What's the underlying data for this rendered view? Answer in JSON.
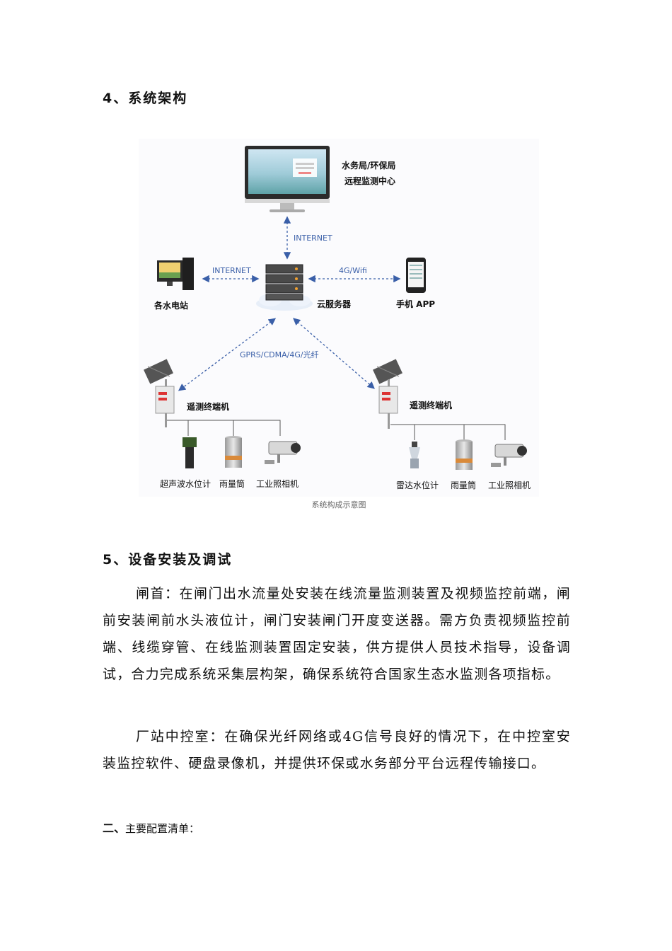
{
  "section4": {
    "title": "4、系统架构"
  },
  "diagram": {
    "center_label_line1": "水务局/环保局",
    "center_label_line2": "远程监测中心",
    "link_top": "INTERNET",
    "link_left": "INTERNET",
    "link_right": "4G/Wifi",
    "link_bottom": "GPRS/CDMA/4G/光纤",
    "station_label": "各水电站",
    "server_label": "云服务器",
    "phone_label": "手机 APP",
    "rtu_left_label": "遥测终端机",
    "rtu_right_label": "遥测终端机",
    "sensor_left_1": "超声波水位计",
    "sensor_left_2": "雨量筒",
    "sensor_left_3": "工业照相机",
    "sensor_right_1": "雷达水位计",
    "sensor_right_2": "雨量筒",
    "sensor_right_3": "工业照相机",
    "caption": "系统构成示意图"
  },
  "section5": {
    "title": "5、设备安装及调试",
    "para1": "闸首：在闸门出水流量处安装在线流量监测装置及视频监控前端，闸前安装闸前水头液位计，闸门安装闸门开度变送器。需方负责视频监控前端、线缆穿管、在线监测装置固定安装，供方提供人员技术指导，设备调试，合力完成系统采集层构架，确保系统符合国家生态水监测各项指标。",
    "para2": "厂站中控室：在确保光纤网络或4G信号良好的情况下，在中控室安装监控软件、硬盘录像机，并提供环保或水务部分平台远程传输接口。"
  },
  "section2": {
    "prefix": "二、",
    "text": "主要配置清单："
  }
}
